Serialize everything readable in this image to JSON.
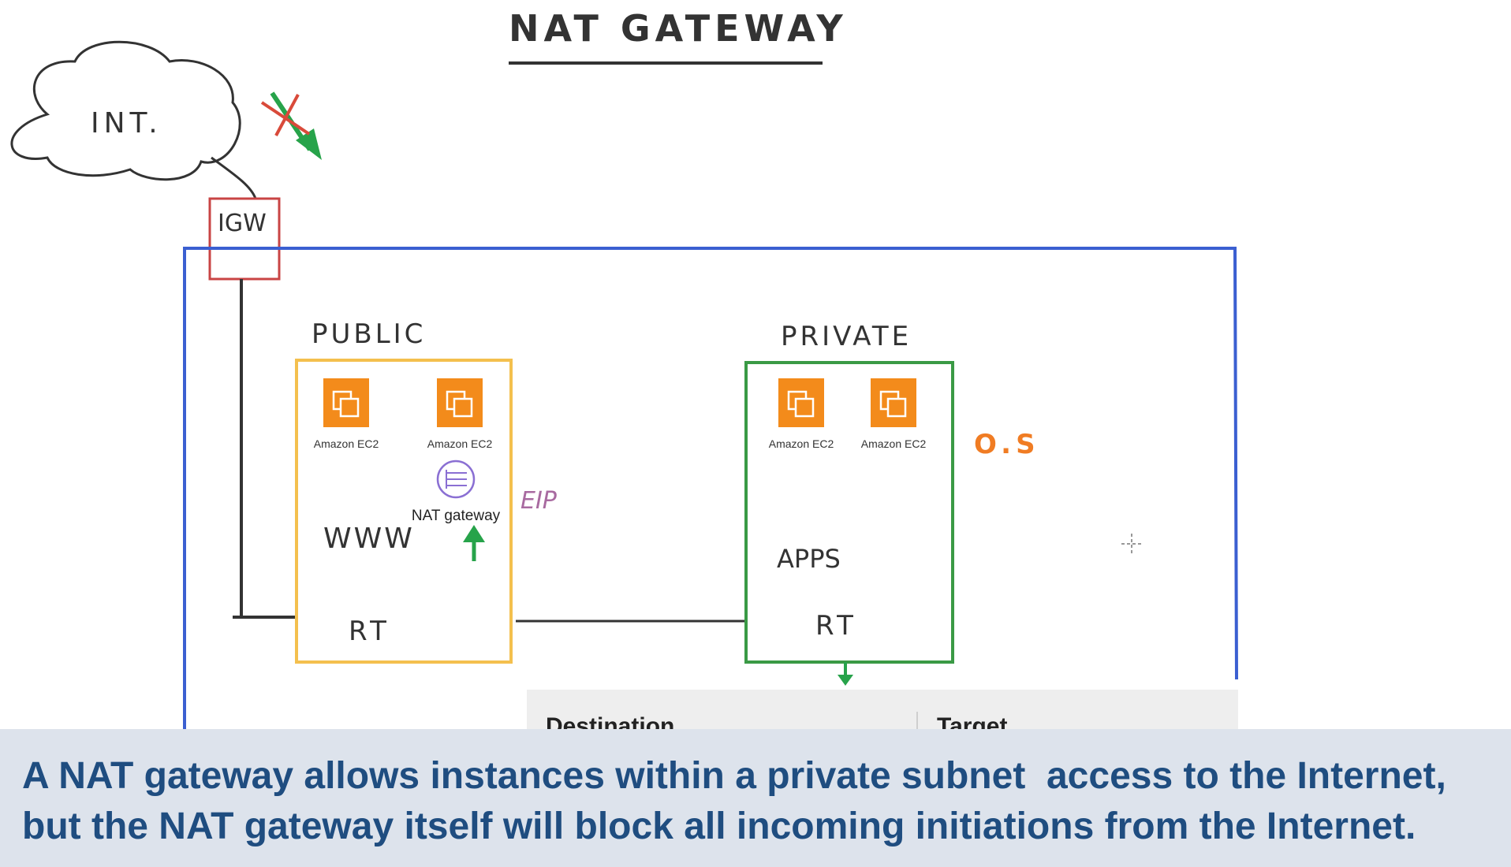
{
  "diagram": {
    "title": "NAT GATEWAY",
    "internet_label": "INT.",
    "igw_label": "IGW",
    "public_subnet_label": "PUBLIC",
    "private_subnet_label": "PRIVATE",
    "ec2_label": "Amazon EC2",
    "nat_gateway_label": "NAT gateway",
    "eip_label": "EIP",
    "www_label": "WWW",
    "public_rt_label": "RT",
    "private_rt_label": "RT",
    "apps_label": "APPS",
    "os_label": "O.S",
    "colors": {
      "vpc_border": "#3b5fd1",
      "igw_border": "#c94444",
      "public_border": "#f4c04e",
      "private_border": "#3a9a45",
      "ec2_fill": "#f38b1b",
      "nat_icon": "#8a6fd3",
      "arrow_green": "#27a34a",
      "blocked_red": "#d94a3a",
      "os_text": "#f07c23",
      "eip_text": "#a86aa0"
    }
  },
  "route_table": {
    "columns": [
      "Destination",
      "Target"
    ]
  },
  "caption": {
    "line1": "A NAT gateway allows instances within a private subnet  access to the Internet,",
    "line2": "but the NAT gateway itself will block all incoming initiations from the Internet."
  }
}
